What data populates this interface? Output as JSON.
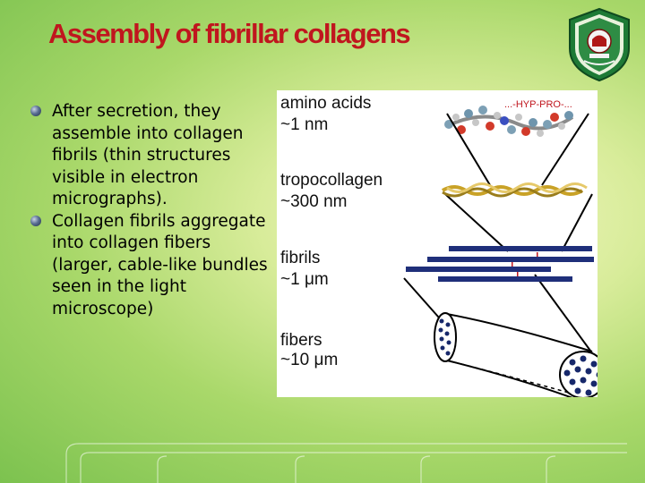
{
  "slide": {
    "title": "Assembly of fibrillar collagens",
    "bullets": [
      "After secretion, they assemble into collagen fibrils (thin structures visible in electron micrographs).",
      "Collagen fibrils aggregate into collagen fibers (larger, cable-like bundles seen in the light microscope)"
    ]
  },
  "figure": {
    "levels": [
      {
        "name": "amino acids",
        "size": "~1 nm"
      },
      {
        "name": "tropocollagen",
        "size": "~300 nm"
      },
      {
        "name": "fibrils",
        "size": "~1 μm"
      },
      {
        "name": "fibers",
        "size": "~10 μm"
      }
    ],
    "sequence_label": "...-HYP-PRO-..."
  },
  "colors": {
    "title": "#c0161e",
    "fibril_blue": "#1f2f7a",
    "fiber_dots": "#17286b"
  }
}
